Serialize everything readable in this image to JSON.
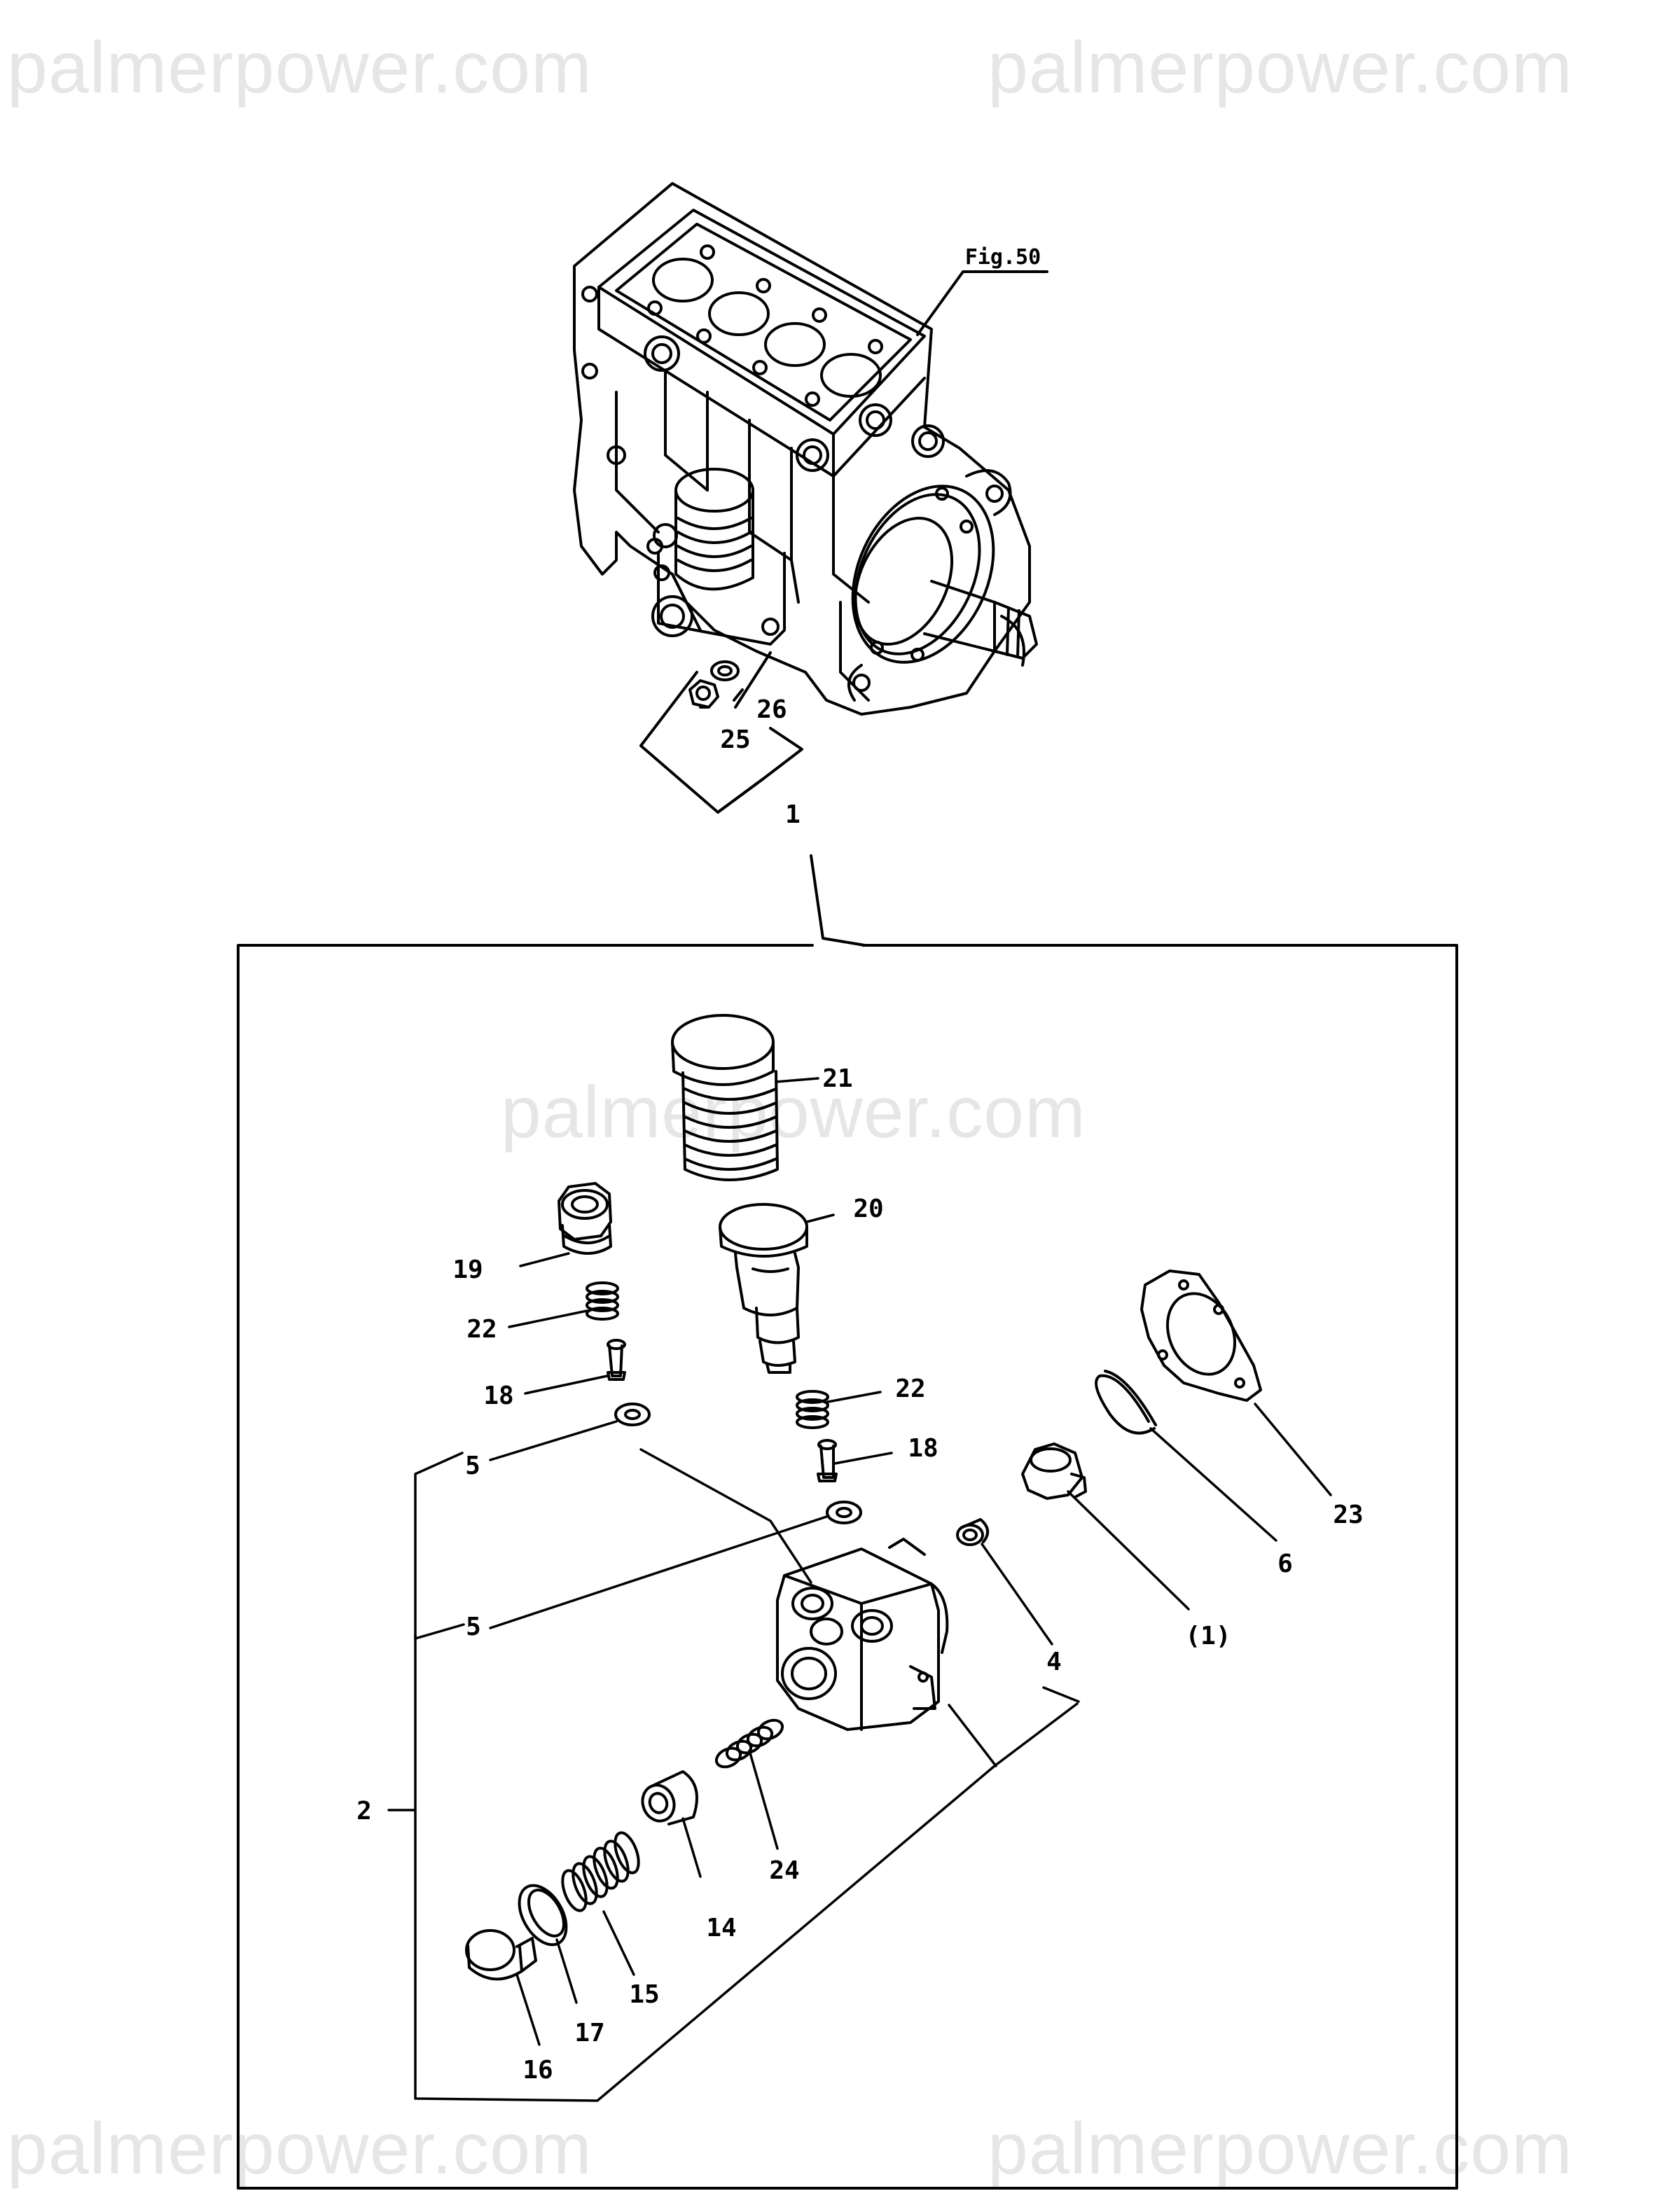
{
  "watermark": "palmerpower.com",
  "figure_ref": "Fig.50",
  "callouts": {
    "c1": "1",
    "c2": "2",
    "c4": "4",
    "c5a": "5",
    "c5b": "5",
    "c6": "6",
    "c14": "14",
    "c15": "15",
    "c16": "16",
    "c17": "17",
    "c18a": "18",
    "c18b": "18",
    "c19": "19",
    "c20": "20",
    "c21": "21",
    "c22a": "22",
    "c22b": "22",
    "c23": "23",
    "c24": "24",
    "c25": "25",
    "c26": "26",
    "cp1": "(1)"
  }
}
